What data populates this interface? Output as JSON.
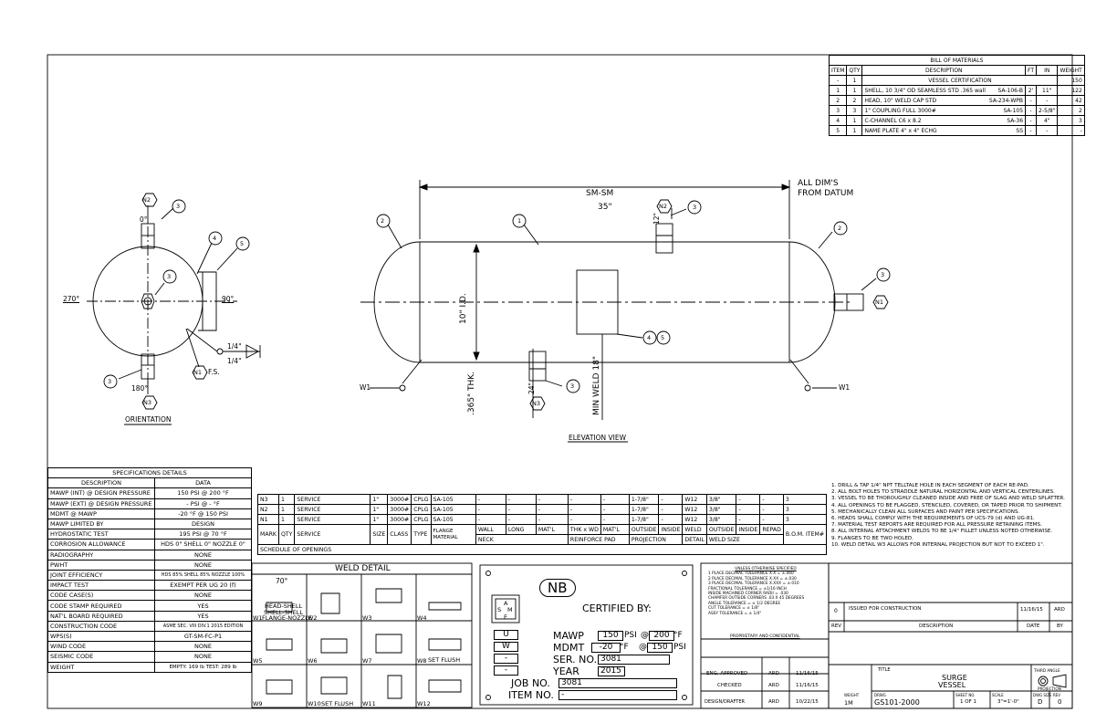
{
  "bom": {
    "title": "BILL OF MATERIALS",
    "headers": [
      "ITEM",
      "QTY",
      "DESCRIPTION",
      "FT",
      "IN",
      "WEIGHT"
    ],
    "rows": [
      [
        "-",
        "1",
        "VESSEL CERTIFICATION",
        "",
        "",
        "",
        "150"
      ],
      [
        "1",
        "1",
        "SHELL, 10 3/4\" OD SEAMLESS STD .365 wall",
        "SA-106-B",
        "2'",
        "11\"",
        "122"
      ],
      [
        "2",
        "2",
        "HEAD, 10\" WELD CAP STD",
        "SA-234-WPB",
        "-",
        "-",
        "42"
      ],
      [
        "3",
        "3",
        "1\" COUPLING FULL 3000#",
        "SA-105",
        "-",
        "2-5/8\"",
        "2"
      ],
      [
        "4",
        "1",
        "C-CHANNEL C6 x 8.2",
        "SA-36",
        "-",
        "4\"",
        "3"
      ],
      [
        "5",
        "1",
        "NAME PLATE 4\" x 4\" ECHG",
        "SS",
        "-",
        "-",
        "-"
      ]
    ]
  },
  "orientation": {
    "title": "ORIENTATION",
    "deg0": "0°",
    "deg90": "90°",
    "deg180": "180°",
    "deg270": "270°",
    "n2": "N2",
    "n3": "N3",
    "n1fs": "N1",
    "fs": "F.S.",
    "c3a": "3",
    "c3b": "3",
    "c3c": "3",
    "c4": "4",
    "c5": "5",
    "weld1": "1/4\"",
    "weld2": "1/4\""
  },
  "elevation": {
    "title": "ELEVATION VIEW",
    "dim_len": "35\"",
    "dim_sm": "SM-SM",
    "all_dims": "ALL DIM'S",
    "from_datum": "FROM DATUM",
    "id_dim": "10\" I.D.",
    "thk": ".365\" THK.",
    "n3dim": "24\"",
    "mweld": "MIN WELD 18\"",
    "n2dim": "12\"",
    "w1a": "W1",
    "w1b": "W1",
    "n1": "N1",
    "n2": "N2",
    "n3": "N3",
    "c1": "1",
    "c2a": "2",
    "c2b": "2",
    "c3a": "3",
    "c3b": "3",
    "c3c": "3",
    "c4": "4",
    "c5": "5"
  },
  "specs": {
    "title": "SPECIFICATIONS DETAILS",
    "h_desc": "DESCRIPTION",
    "h_data": "DATA",
    "rows": [
      [
        "MAWP (INT) @ DESIGN PRESSURE",
        "150 PSI  @ 200 °F"
      ],
      [
        "MAWP (EXT) @ DESIGN PRESSURE",
        "- PSI  @ - °F"
      ],
      [
        "MDMT @ MAWP",
        "-20 °F  @ 150 PSI"
      ],
      [
        "MAWP LIMITED BY",
        "DESIGN"
      ],
      [
        "HYDROSTATIC TEST",
        "195 PSI  @ 70 °F"
      ],
      [
        "CORROSION ALLOWANCE",
        "HDS 0\" SHELL 0\" NOZZLE 0\""
      ],
      [
        "RADIOGRAPHY",
        "NONE"
      ],
      [
        "PWHT",
        "NONE"
      ],
      [
        "JOINT EFFICIENCY",
        "HDS 85% SHELL 85% NOZZLE 100%"
      ],
      [
        "IMPACT TEST",
        "EXEMPT PER UG 20 (f)"
      ],
      [
        "CODE CASE(S)",
        "NONE"
      ],
      [
        "CODE STAMP REQUIRED",
        "YES"
      ],
      [
        "NAT'L BOARD REQUIRED",
        "YES"
      ],
      [
        "CONSTRUCTION CODE",
        "ASME SEC. VIII DIV.1 2015 EDITION"
      ],
      [
        "WPS(S)",
        "GT-SM-FC-P1"
      ],
      [
        "WIND CODE",
        "NONE"
      ],
      [
        "SEISMIC CODE",
        "NONE"
      ],
      [
        "WEIGHT",
        "EMPTY: 169 lb  TEST: 289 lb"
      ]
    ]
  },
  "schedule": {
    "title": "SCHEDULE OF OPENINGS",
    "rows": [
      [
        "N3",
        "1",
        "SERVICE",
        "1\"",
        "3000#",
        "CPLG",
        "SA-105",
        "-",
        "-",
        "-",
        "-",
        "-",
        "1-7/8\"",
        "-",
        "W12",
        "3/8\"",
        "-",
        "-",
        "3"
      ],
      [
        "N2",
        "1",
        "SERVICE",
        "1\"",
        "3000#",
        "CPLG",
        "SA-105",
        "-",
        "-",
        "-",
        "-",
        "-",
        "1-7/8\"",
        "-",
        "W12",
        "3/8\"",
        "-",
        "-",
        "3"
      ],
      [
        "N1",
        "1",
        "SERVICE",
        "1\"",
        "3000#",
        "CPLG",
        "SA-105",
        "-",
        "-",
        "-",
        "-",
        "-",
        "1-7/8\"",
        "-",
        "W12",
        "3/8\"",
        "-",
        "-",
        "3"
      ]
    ],
    "h": {
      "mark": "MARK",
      "qty": "QTY",
      "service": "SERVICE",
      "size": "SIZE",
      "class": "CLASS",
      "type": "TYPE",
      "flange": "FLANGE MATERIAL",
      "wall": "WALL",
      "long": "LONG",
      "matl": "MAT'L",
      "thkwd": "THK x WD",
      "matl2": "MAT'L",
      "outside": "OUTSIDE",
      "inside": "INSIDE",
      "weld": "WELD",
      "outside2": "OUTSIDE",
      "inside2": "INSIDE",
      "repad": "REPAD",
      "bom": "B.O.M. ITEM#",
      "neck": "NECK",
      "reinforce": "REINFORCE PAD",
      "projection": "PROJECTION",
      "detail": "DETAIL",
      "weldsize": "WELD SIZE"
    }
  },
  "notes": [
    "1. DRILL & TAP 1/4\" NPT TELLTALE HOLE IN EACH SEGMENT OF EACH RE-PAD.",
    "2. ALL BOLT HOLES TO STRADDLE NATURAL HORIZONTAL AND VERTICAL CENTERLINES.",
    "3. VESSEL TO BE THOROUGHLY CLEANED INSIDE AND FREE OF SLAG AND WELD SPLATTER.",
    "4. ALL OPENINGS TO BE FLAGGED, STENCILED, COVERED, OR TAPED PRIOR TO SHIPMENT.",
    "5. MECHANICALLY CLEAN ALL SURFACES AND PAINT PER SPECIFICATIONS.",
    "6. HEADS SHALL COMPLY WITH THE REQUIREMENTS OF UCS-79 (d) AND UG-81.",
    "7. MATERIAL TEST REPORTS ARE REQUIRED FOR ALL PRESSURE RETAINING ITEMS.",
    "8. ALL INTERNAL ATTACHMENT WELDS TO BE 1/4\" FILLET UNLESS NOTED OTHERWISE.",
    "9. FLANGES TO BE TWO HOLED.",
    "10. WELD DETAIL W3 ALLOWS FOR INTERNAL PROJECTION BUT NOT TO EXCEED 1\"."
  ],
  "weld_detail": {
    "title": "WELD DETAIL",
    "angle": "70°",
    "head_shell": "HEAD-SHELL",
    "shell_shell": "SHELL-SHELL",
    "flange_nozzle": "FLANGE-NOZZLE",
    "set_flush": "SET FLUSH",
    "set_flush2": "SET FLUSH",
    "labels": [
      "W1",
      "W2",
      "W3",
      "W4",
      "W5",
      "W6",
      "W7",
      "W8",
      "W9",
      "W10",
      "W11",
      "W12"
    ]
  },
  "nameplate": {
    "nb": "NB",
    "certified": "CERTIFIED BY:",
    "stamp_s": "S",
    "stamp_m": "M",
    "stamp_a": "A",
    "stamp_e": "E",
    "box_u": "U",
    "box_w": "W",
    "box_d1": "-",
    "box_d2": "-",
    "mawp": "MAWP",
    "mawp_val": "150",
    "psi1": "PSI",
    "at1": "@",
    "mawp_temp": "200",
    "f1": "°F",
    "mdmt": "MDMT",
    "mdmt_val": "-20",
    "f2": "°F",
    "at2": "@",
    "mdmt_psi": "150",
    "psi2": "PSI",
    "ser": "SER. NO.",
    "ser_val": "3081",
    "year": "YEAR",
    "year_val": "2015",
    "job": "JOB NO.",
    "job_val": "3081",
    "item": "ITEM NO.",
    "item_val": "-"
  },
  "tolerances": {
    "title": "UNLESS OTHERWISE SPECIFIED",
    "lines": [
      "1 PLACE DECIMAL TOLERANCE X.X = ±.060",
      "2 PLACE DECIMAL TOLERANCE X.XX = ±.030",
      "3 PLACE DECIMAL TOLERANCE X.XXX = ±.010",
      "FRACTIONAL TOLERANCE = ±1/16 INCH",
      "INSIDE MACHINED CORNER RADII = .030",
      "CHAMFER OUTSIDE CORNERS .03 X 45 DEGREES",
      "ANGLE TOLERANCE = ± 1/2 DEGREE",
      "CUT TOLERANCE = ± 1/8\"",
      "ASSY TOLERANCE = ± 1/4\""
    ],
    "proprietary": "PROPRIETARY AND CONFIDENTIAL"
  },
  "approvals": [
    [
      "ENG. APPROVED",
      "ARD",
      "11/16/15"
    ],
    [
      "CHECKED",
      "ARD",
      "11/16/15"
    ],
    [
      "DESIGN/DRAFTER",
      "ARD",
      "10/22/15"
    ]
  ],
  "revisions": {
    "rev": "0",
    "desc": "ISSUED FOR CONSTRUCTION",
    "date": "11/16/15",
    "by": "ARD",
    "h_rev": "REV",
    "h_desc": "DESCRIPTION",
    "h_date": "DATE",
    "h_by": "BY"
  },
  "titleblock": {
    "title_label": "TITLE",
    "title1": "SURGE",
    "title2": "VESSEL",
    "third_angle": "THIRD ANGLE",
    "projection": "PROJECTION",
    "weight_label": "WEIGHT",
    "weight_val": "1M",
    "dwg_label": "DRWG",
    "dwg_val": "GS101-2000",
    "sheet_label": "SHEET NO.",
    "sheet_val": "1 OF 1",
    "scale_label": "SCALE",
    "scale_val": "3\"=1'-0\"",
    "size_label": "DWG SIZE",
    "size_val": "D",
    "rev_label": "REV",
    "rev_val": "0"
  }
}
